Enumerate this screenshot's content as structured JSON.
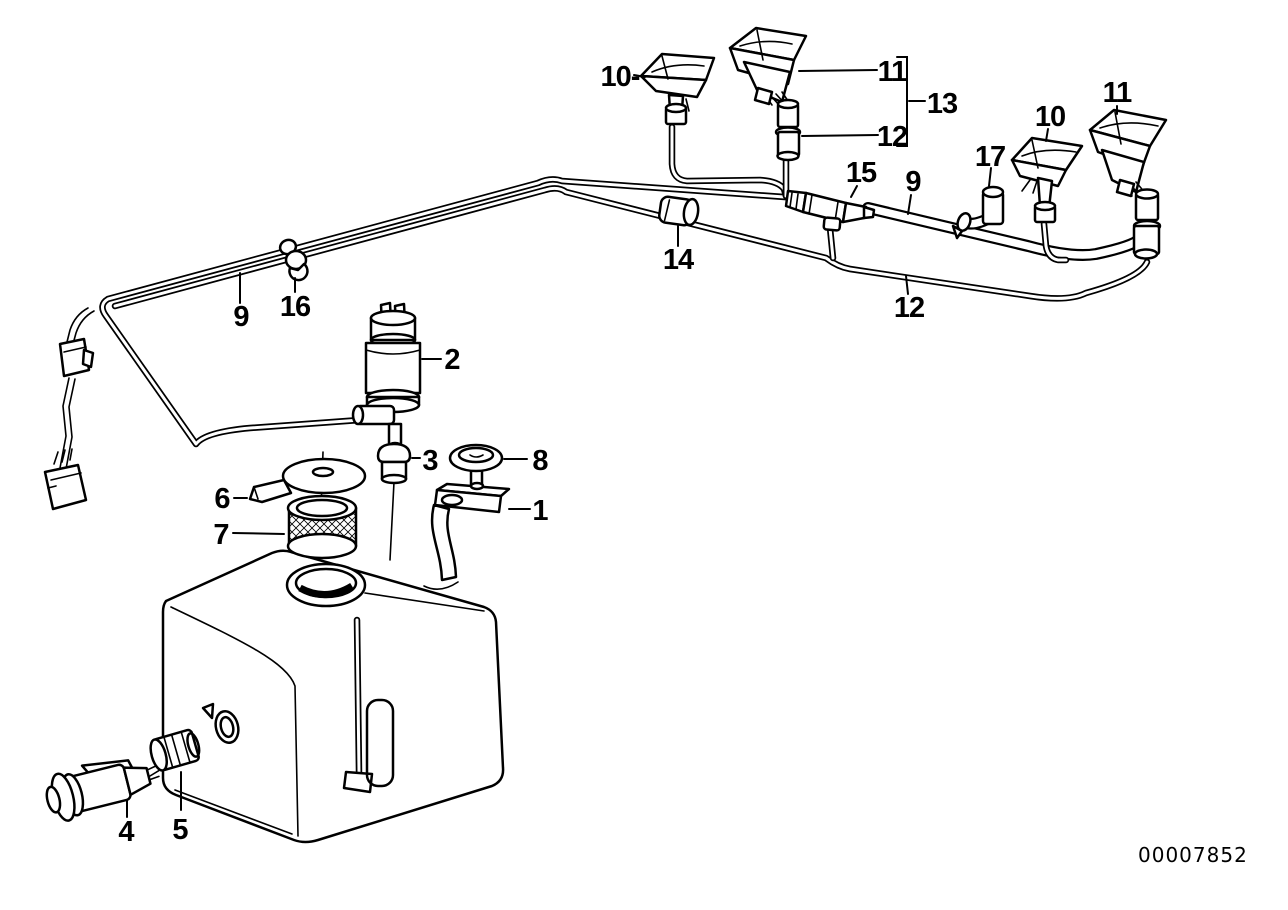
{
  "diagram": {
    "type": "exploded-parts-diagram",
    "labels": [
      {
        "id": "10-left",
        "text": "10-"
      },
      {
        "id": "11-top",
        "text": "11"
      },
      {
        "id": "13",
        "text": "13"
      },
      {
        "id": "12-top",
        "text": "12"
      },
      {
        "id": "10-right",
        "text": "10"
      },
      {
        "id": "11-right",
        "text": "11"
      },
      {
        "id": "17",
        "text": "17"
      },
      {
        "id": "15",
        "text": "15"
      },
      {
        "id": "9-right",
        "text": "9"
      },
      {
        "id": "14",
        "text": "14"
      },
      {
        "id": "12-bottom",
        "text": "12"
      },
      {
        "id": "9-left",
        "text": "9"
      },
      {
        "id": "16",
        "text": "16"
      },
      {
        "id": "2",
        "text": "2"
      },
      {
        "id": "3",
        "text": "3"
      },
      {
        "id": "8",
        "text": "8"
      },
      {
        "id": "6",
        "text": "6"
      },
      {
        "id": "1",
        "text": "1"
      },
      {
        "id": "7",
        "text": "7"
      },
      {
        "id": "4",
        "text": "4"
      },
      {
        "id": "5",
        "text": "5"
      }
    ]
  },
  "footer": {
    "part_number": "00007852"
  },
  "colors": {
    "line": "#000000",
    "background": "#ffffff"
  }
}
